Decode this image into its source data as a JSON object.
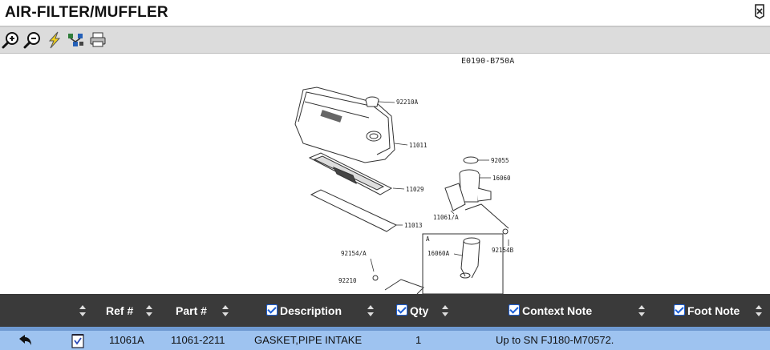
{
  "page": {
    "title": "AIR-FILTER/MUFFLER"
  },
  "toolbar": {
    "buttons": [
      {
        "name": "zoom-in-icon"
      },
      {
        "name": "zoom-out-icon"
      },
      {
        "name": "lightning-icon"
      },
      {
        "name": "network-icon"
      },
      {
        "name": "print-icon"
      }
    ]
  },
  "diagram": {
    "code": "E0190-B750A",
    "labels": {
      "l1": "92210A",
      "l2": "11011",
      "l3": "92055",
      "l4": "16060",
      "l5": "11029",
      "l6": "11061/A",
      "l7": "11013",
      "l8": "92154B",
      "l9": "16060A",
      "l10": "A",
      "l11": "92154/A",
      "l12": "92210"
    }
  },
  "table": {
    "columns": {
      "ref": "Ref #",
      "part": "Part #",
      "description": "Description",
      "qty": "Qty",
      "context": "Context Note",
      "foot": "Foot Note"
    },
    "rows": [
      {
        "ref": "11061A",
        "part": "11061-2211",
        "description": "GASKET,PIPE INTAKE",
        "qty": "1",
        "context": "Up to SN FJ180-M70572.",
        "foot": ""
      }
    ]
  }
}
